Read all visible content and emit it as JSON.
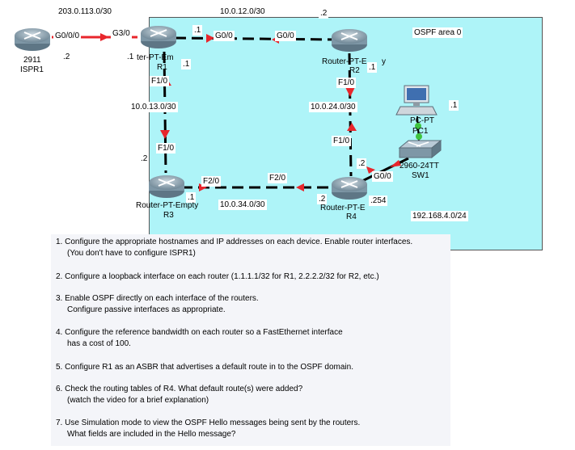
{
  "networks": {
    "isp_link": "203.0.113.0/30",
    "r1_r2": "10.0.12.0/30",
    "r1_r3": "10.0.13.0/30",
    "r2_r4": "10.0.24.0/30",
    "r3_r4": "10.0.34.0/30",
    "lan": "192.168.4.0/24"
  },
  "area_label": "OSPF area 0",
  "devices": {
    "ispr1": {
      "model": "2911",
      "name": "ISPR1"
    },
    "r1": {
      "model": "Router-PT-Empty",
      "model_visible": "ter-PT-Em",
      "name": "R1"
    },
    "r2": {
      "model_visible": "Router-PT-E",
      "name": "R2"
    },
    "r3": {
      "model_visible": "Router-PT-Empty",
      "name": "R3"
    },
    "r4": {
      "model_visible": "Router-PT-E",
      "name": "R4"
    },
    "pc1": {
      "model": "PC-PT",
      "name": "PC1"
    },
    "sw1": {
      "model": "2960-24TT",
      "name": "SW1"
    }
  },
  "interfaces": {
    "ispr1_g000": "G0/0/0",
    "ispr1_host": ".2",
    "r1_g30": "G3/0",
    "r1_g30_host": ".1",
    "r1_g00": "G0/0",
    "r1_g00_host": ".1",
    "r1_f10": "F1/0",
    "r1_f10_host": ".1",
    "r2_g00": "G0/0",
    "r2_g00_host": ".2",
    "r2_f10": "F1/0",
    "r2_f10_host": ".1",
    "r2_y": "y",
    "r3_f10": "F1/0",
    "r3_f10_host": ".2",
    "r3_f20": "F2/0",
    "r3_f20_host": ".1",
    "r4_f20": "F2/0",
    "r4_f20_host": ".2",
    "r4_f10": "F1/0",
    "r4_f10_host": ".2",
    "r4_g00": "G0/0",
    "r4_g00_host": ".254",
    "pc1_host": ".1"
  },
  "instructions": [
    {
      "line1": "1. Configure the appropriate hostnames and IP addresses on each device.  Enable router interfaces.",
      "line2": "(You don't have to configure ISPR1)"
    },
    {
      "line1": "2. Configure a loopback interface on each router (1.1.1.1/32 for R1, 2.2.2.2/32 for R2, etc.)",
      "line2": ""
    },
    {
      "line1": "3. Enable OSPF directly on each interface of the routers.",
      "line2": "Configure passive interfaces as appropriate."
    },
    {
      "line1": "4. Configure the reference bandwidth on each router so a FastEthernet interface",
      "line2": "has a cost of 100."
    },
    {
      "line1": "5. Configure R1 as an ASBR that advertises a default route in to the OSPF domain.",
      "line2": ""
    },
    {
      "line1": "6. Check the routing tables of R4.  What default route(s) were added?",
      "line2": "(watch the video for a brief explanation)"
    },
    {
      "line1": "7. Use Simulation mode to view the OSPF Hello messages being sent by the routers.",
      "line2": "What fields are included in the Hello message?"
    }
  ],
  "colors": {
    "ospf_area_bg": "#aef4f8",
    "link_down": "#e8262c",
    "link_up": "#3ec43e",
    "router_body": "#8aa3b3"
  }
}
